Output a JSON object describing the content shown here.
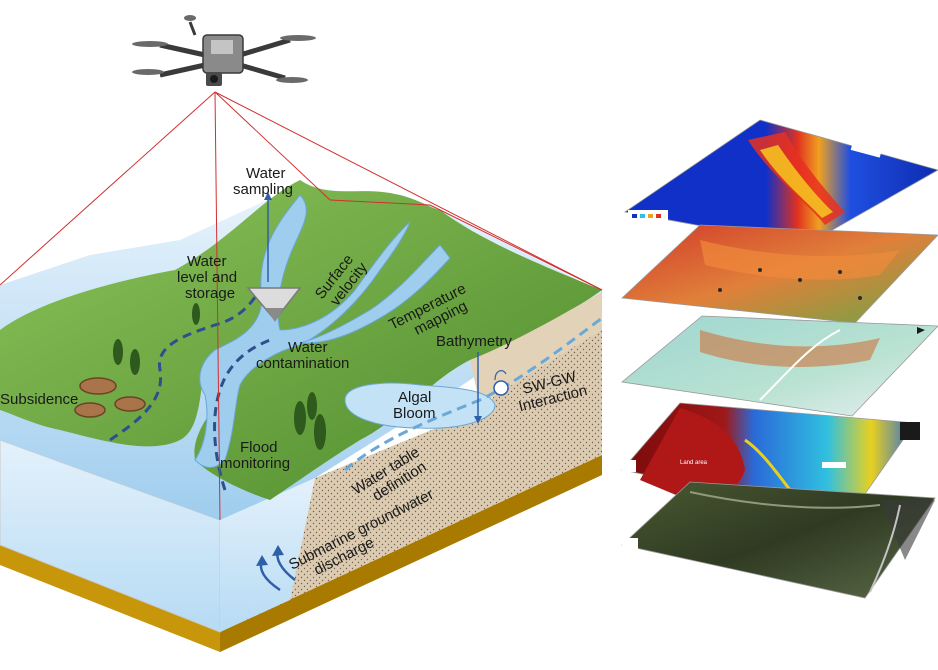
{
  "labels": {
    "water_sampling_1": "Water",
    "water_sampling_2": "sampling",
    "water_level_1": "Water",
    "water_level_2": "level and",
    "water_level_3": "storage",
    "surface_velocity_1": "Surface",
    "surface_velocity_2": "velocity",
    "temperature_1": "Temperature",
    "temperature_2": "mapping",
    "bathymetry": "Bathymetry",
    "water_contamination_1": "Water",
    "water_contamination_2": "contamination",
    "subsidence": "Subsidence",
    "algal_1": "Algal",
    "algal_2": "Bloom",
    "swgw_1": "SW-GW",
    "swgw_2": "Interaction",
    "flood_1": "Flood",
    "flood_2": "monitoring",
    "water_table_1": "Water table",
    "water_table_2": "definition",
    "sgd_1": "Submarine groundwater",
    "sgd_2": "discharge"
  },
  "map_layers": {
    "layer4_title": "Land area"
  },
  "colors": {
    "ground_green": "#5f9e3a",
    "ground_green_light": "#8cc35a",
    "water_blue": "#a9d3f0",
    "soil": "#dccbb0",
    "base_gold": "#c8960a",
    "frustum_red": "#d03030"
  },
  "icons": [
    "drone-icon",
    "tree-icon",
    "subsidence-crater-icon",
    "sampler-funnel-icon"
  ]
}
